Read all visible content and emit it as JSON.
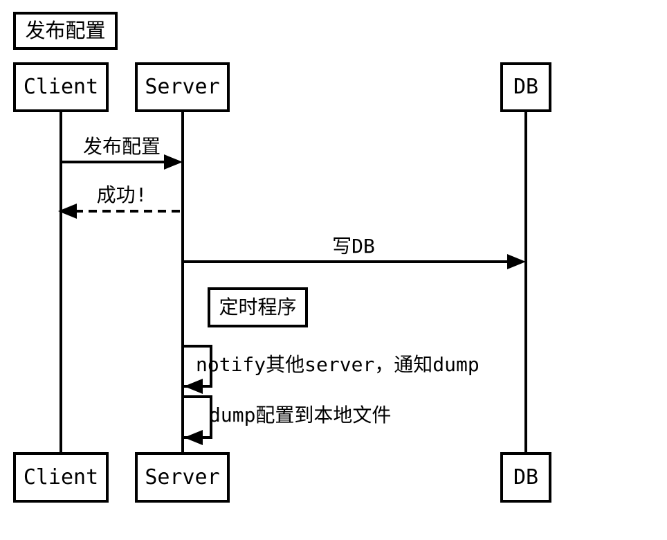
{
  "diagram": {
    "type": "sequence",
    "title": "发布配置",
    "colors": {
      "foreground": "#000000",
      "background": "#ffffff"
    },
    "participants": [
      {
        "label": "Client"
      },
      {
        "label": "Server"
      },
      {
        "label": "DB"
      }
    ],
    "messages": [
      {
        "from": "Client",
        "to": "Server",
        "label": "发布配置",
        "line": "solid"
      },
      {
        "from": "Server",
        "to": "Client",
        "label": "成功!",
        "line": "dashed"
      },
      {
        "from": "Server",
        "to": "DB",
        "label": "写DB",
        "line": "solid"
      },
      {
        "type": "note",
        "label": "定时程序"
      },
      {
        "from": "Server",
        "to": "Server",
        "label": "notify其他server，通知dump",
        "line": "self"
      },
      {
        "from": "Server",
        "to": "Server",
        "label": "dump配置到本地文件",
        "line": "self"
      }
    ]
  }
}
